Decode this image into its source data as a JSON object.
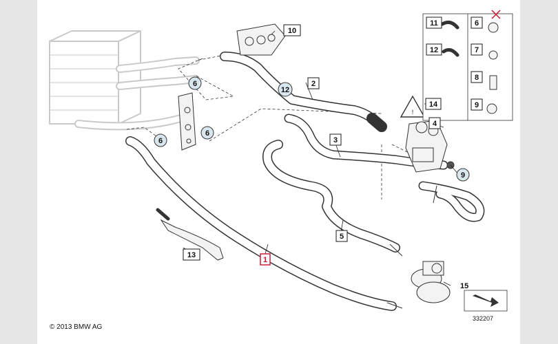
{
  "diagram": {
    "copyright": "© 2013 BMW AG",
    "drawing_number": "332207",
    "selected_part": "1",
    "parts": [
      {
        "id": "1",
        "label": "1"
      },
      {
        "id": "2",
        "label": "2"
      },
      {
        "id": "3",
        "label": "3"
      },
      {
        "id": "4",
        "label": "4"
      },
      {
        "id": "5",
        "label": "5"
      },
      {
        "id": "6",
        "label": "6"
      },
      {
        "id": "9",
        "label": "9"
      },
      {
        "id": "10",
        "label": "10"
      },
      {
        "id": "12",
        "label": "12"
      },
      {
        "id": "13",
        "label": "13"
      },
      {
        "id": "14",
        "label": "14"
      },
      {
        "id": "15",
        "label": "15"
      }
    ],
    "callouts": {
      "p10": "10",
      "p2": "2",
      "p12": "12",
      "p6a": "6",
      "p6b": "6",
      "p6c": "6",
      "p3": "3",
      "p4": "4",
      "p14": "14",
      "p9": "9",
      "p5": "5",
      "p1": "1",
      "p13": "13",
      "p15": "15"
    },
    "legend": [
      {
        "label": "11"
      },
      {
        "label": "6"
      },
      {
        "label": "12"
      },
      {
        "label": "7"
      },
      {
        "label": "8"
      },
      {
        "label": "9"
      }
    ]
  }
}
